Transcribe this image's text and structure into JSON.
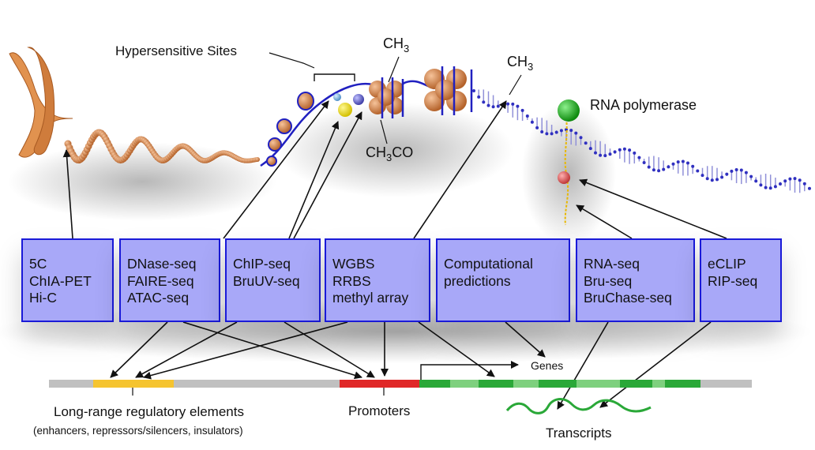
{
  "labels": {
    "hypersensitive_sites": "Hypersensitive Sites",
    "ch3_main": "CH",
    "ch3_sub": "3",
    "ch3_dna": "CH",
    "ch3_dna_sub": "3",
    "acetyl_pre": "CH",
    "acetyl_sub": "3",
    "acetyl_post": "CO",
    "rna_polymerase": "RNA polymerase",
    "genes": "Genes",
    "long_range": "Long-range regulatory elements",
    "long_range_detail": "(enhancers, repressors/silencers, insulators)",
    "promoters": "Promoters",
    "transcripts": "Transcripts"
  },
  "assay_boxes": [
    {
      "lines": [
        "5C",
        "ChIA-PET",
        "Hi-C"
      ]
    },
    {
      "lines": [
        "DNase-seq",
        "FAIRE-seq",
        "ATAC-seq"
      ]
    },
    {
      "lines": [
        "ChIP-seq",
        "BruUV-seq"
      ]
    },
    {
      "lines": [
        "WGBS",
        "RRBS",
        "methyl array"
      ]
    },
    {
      "lines": [
        "Computational",
        "predictions"
      ]
    },
    {
      "lines": [
        "RNA-seq",
        "Bru-seq",
        "BruChase-seq"
      ]
    },
    {
      "lines": [
        "eCLIP",
        "RIP-seq"
      ]
    }
  ],
  "colors": {
    "box_fill": "#a8a8f8",
    "box_border": "#1a1ad8",
    "chromatin": "#d28a4e",
    "dna": "#2020c0",
    "enhancer": "#f5c430",
    "promoter": "#e02828",
    "gene": "#2aa838",
    "transcript": "#2aa838",
    "polymerase": "#1db81d"
  }
}
